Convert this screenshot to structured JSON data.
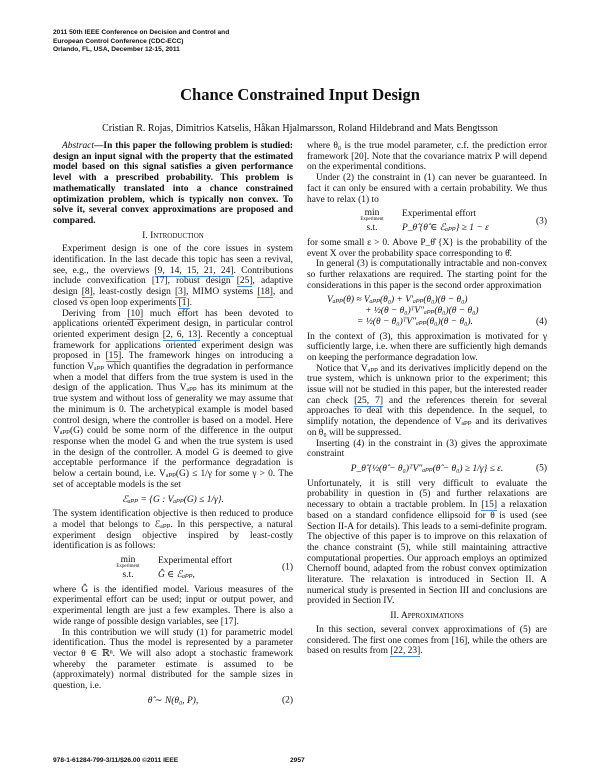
{
  "header": {
    "conference_lines": [
      "2011 50th IEEE Conference on Decision and Control and",
      "European Control Conference (CDC-ECC)",
      "Orlando, FL, USA, December 12-15, 2011"
    ],
    "title": "Chance Constrained Input Design",
    "authors": "Cristian R. Rojas, Dimitrios Katselis, Håkan Hjalmarsson, Roland Hildebrand and Mats Bengtsson"
  },
  "abstract": {
    "label": "Abstract",
    "text": "—In this paper the following problem is studied: design an input signal with the property that the estimated model based on this signal satisfies a given performance level with a prescribed probability. This problem is mathematically translated into a chance constrained optimization problem, which is typically non convex. To solve it, several convex approximations are proposed and compared."
  },
  "left": {
    "heading1": "I. Introduction",
    "p1": [
      "Experiment design is one of the core issues in system identification. In the last decade this topic has seen a revival, see, e.g., the overviews ",
      {
        "link": "[9, 14, 15, 21, 24]"
      },
      ". Contributions include convexification [17], robust design ",
      {
        "link": "[25]"
      },
      ", adaptive design ",
      {
        "link": "[8]"
      },
      ", least-costly design ",
      {
        "link": "[3]"
      },
      ", MIMO systems ",
      {
        "link": "[18]"
      },
      ", and closed vs open loop experiments ",
      {
        "link": "[1]"
      },
      "."
    ],
    "p2": [
      "Deriving from ",
      {
        "link": "[10]"
      },
      " much effort has been devoted to applications oriented experiment design, in particular control oriented experiment design ",
      {
        "link": "[2, 6, 13]"
      },
      ". Recently a conceptual framework for applications oriented experiment design was proposed in ",
      {
        "link": "[15]"
      },
      ". The framework hinges on introducing a function Vₐₚₚ which quantifies the degradation in performance when a model that differs from the true system is used in the design of the application. Thus Vₐₚₚ has its minimum at the true system and without loss of generality we may assume that the minimum is 0. The archetypical example is model based control design, where the controller is based on a model. Here Vₐₚₚ(G) could be some norm of the difference in the output response when the model G and when the true system is used in the design of the controller. A model G is deemed to give acceptable performance if the performance degradation is below a certain bound, i.e. Vₐₚₚ(G) ≤ 1/γ for some γ > 0. The set of acceptable models is the set"
    ],
    "eq_set": "ℰₐₚₚ = {G : Vₐₚₚ(G) ≤ 1/γ}.",
    "p3": [
      "The system identification objective is then reduced to produce a model that belongs to ℰₐₚₚ. In this perspective, a natural experiment design objective inspired by least-costly identification is as follows:"
    ],
    "eq1": {
      "min": "min",
      "under": "Experiment",
      "objective": "Experimental effort",
      "st": "s.t.",
      "constraint": "Ĝ ∈ ℰₐₚₚ,",
      "number": "(1)"
    },
    "p4": [
      "where Ĝ is the identified model. Various measures of the experimental effort can be used; input or output power, and experimental length are just a few examples. There is also a wide range of possible design variables, see [17]."
    ],
    "p5": [
      "In this contribution we will study (1) for parametric model identification. Thus the model is represented by a parameter vector θ ∈ ℝⁿ. We will also adopt a stochastic framework whereby the parameter estimate is assumed to be (approximately) normal distributed for the sample sizes in question, i.e."
    ],
    "eq2": {
      "expr": "θ̂ ∼ N(θ₀, P),",
      "number": "(2)"
    }
  },
  "right": {
    "p6": [
      "where θ₀ is the true model parameter, c.f. the prediction error framework [20]. Note that the covariance matrix P will depend on the experimental conditions."
    ],
    "p7": [
      "Under (2) the constraint in (1) can never be guaranteed. In fact it can only be ensured with a certain probability. We thus have to relax (1) to"
    ],
    "eq3": {
      "min": "min",
      "under": "Experiment",
      "objective": "Experimental effort",
      "st": "s.t.",
      "constraint": "P_θ̂ {θ̂ ∈ ℰₐₚₚ} ≥ 1 − ε",
      "number": "(3)"
    },
    "p8": [
      "for some small ε > 0. Above P_θ̂ {X} is the probability of the event X over the probability space corresponding to θ̂."
    ],
    "p9": [
      "In general (3) is computationally intractable and non-convex so further relaxations are required. The starting point for the considerations in this paper is the second order approximation"
    ],
    "eq4": {
      "lines": [
        "Vₐₚₚ(θ) ≈ Vₐₚₚ(θ₀) + V′ₐₚₚ(θ₀)(θ − θ₀)",
        "+ ½(θ − θ₀)ᵀV″ₐₚₚ(θ₀)(θ − θ₀)",
        "= ½(θ − θ₀)ᵀV″ₐₚₚ(θ₀)(θ − θ₀)."
      ],
      "number": "(4)"
    },
    "p10": [
      "In the context of (3), this approximation is motivated for γ sufficiently large, i.e. when there are sufficiently high demands on keeping the performance degradation low."
    ],
    "p11": [
      "Notice that Vₐₚₚ and its derivatives implicitly depend on the true system, which is unknown prior to the experiment; this issue will not be studied in this paper, but the interested reader can check ",
      {
        "link": "[25, 7]"
      },
      " and the references therein for several approaches to deal with this dependence. In the sequel, to simplify notation, the dependence of Vₐₚₚ and its derivatives on θ₀ will be suppressed."
    ],
    "p12": [
      "Inserting (4) in the constraint in (3) gives the approximate constraint"
    ],
    "eq5": {
      "expr": "P_θ̂ {½(θ̂ − θ₀)ᵀV″ₐₚₚ(θ̂ − θ₀) ≥ 1/γ} ≤ ε.",
      "number": "(5)"
    },
    "p13": [
      "Unfortunately, it is still very difficult to evaluate the probability in question in (5) and further relaxations are necessary to obtain a tractable problem. In ",
      {
        "link": "[15]"
      },
      " a relaxation based on a standard confidence ellipsoid for θ is used (see Section II-A for details). This leads to a semi-definite program. The objective of this paper is to improve on this relaxation of the chance constraint (5), while still maintaining attractive computational properties. Our approach employs an optimized Chernoff bound, adapted from the robust convex optimization literature. The relaxation is introduced in Section II. A numerical study is presented in Section III and conclusions are provided in Section IV."
    ],
    "heading2": "II. Approximations",
    "p14": [
      "In this section, several convex approximations of (5) are considered. The first one comes from [16], while the others are based on results from ",
      {
        "link": "[22, 23]"
      },
      "."
    ]
  },
  "footer": {
    "isbn": "978-1-61284-799-3/11/$26.00 ©2011 IEEE",
    "page_number": "2957"
  },
  "colors": {
    "link_underline": "#4a90d9",
    "text": "#111111"
  }
}
